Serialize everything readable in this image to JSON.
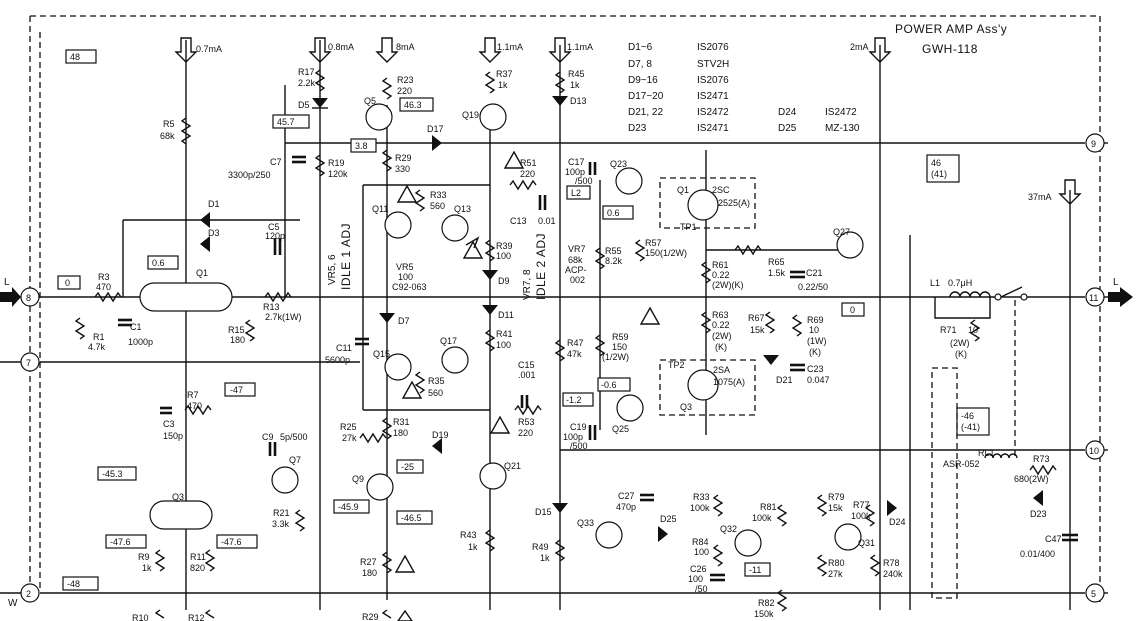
{
  "title": {
    "line1": "POWER AMP Ass'y",
    "line2": "GWH-118"
  },
  "semiconductor_table": [
    {
      "ref": "D1~6",
      "part": "IS2076"
    },
    {
      "ref": "D7, 8",
      "part": "STV2H"
    },
    {
      "ref": "D9~16",
      "part": "IS2076"
    },
    {
      "ref": "D17~20",
      "part": "IS2471"
    },
    {
      "ref": "D21, 22",
      "part": "IS2472"
    },
    {
      "ref": "D23",
      "part": "IS2471"
    },
    {
      "ref": "D24",
      "part": "IS2472"
    },
    {
      "ref": "D25",
      "part": "MZ-130"
    }
  ],
  "currents": {
    "c1": "0.7mA",
    "c2": "0.8mA",
    "c3": "8mA",
    "c4": "1.1mA",
    "c5": "1.1mA",
    "c6": "2mA",
    "c7": "37mA"
  },
  "voltage_boxes": {
    "v48": "48",
    "v46_3": "46.3",
    "v45_7": "45.7",
    "v3_8": "3.8",
    "v0_6a": "0.6",
    "v0_6b": "0.6",
    "v0": "0",
    "vL2": "L2",
    "vm0_6": "-0.6",
    "vm1_2": "-1.2",
    "vm47": "-47",
    "vm45_3": "-45.3",
    "vm45_9": "-45.9",
    "vm25": "-25",
    "vm46_5": "-46.5",
    "vm47_6a": "-47.6",
    "vm47_6b": "-47.6",
    "vm48": "-48",
    "vm11": "-11",
    "v0_out": "0",
    "v46_41": "46\n(41)",
    "vm46_41": "-46\n(-41)"
  },
  "terminals": {
    "t8": "8",
    "t7": "7",
    "t9": "9",
    "t11": "11",
    "t10": "10",
    "t2": "2",
    "t5": "5",
    "inL": "L",
    "outL": "L",
    "inW": "W"
  },
  "parts": {
    "R1": [
      "R1",
      "4.7k"
    ],
    "C1": [
      "C1",
      "1000p"
    ],
    "R3": [
      "R3",
      "470"
    ],
    "D1": [
      "D1"
    ],
    "D3": [
      "D3"
    ],
    "Q1": [
      "Q1"
    ],
    "C5": [
      "C5",
      "120p"
    ],
    "R13": [
      "R13",
      "2.7k(1W)"
    ],
    "R15": [
      "R15",
      "180"
    ],
    "R5": [
      "R5",
      "68k"
    ],
    "R17": [
      "R17",
      "2.2k"
    ],
    "D5": [
      "D5"
    ],
    "R23": [
      "R23",
      "220"
    ],
    "Q5": [
      "Q5"
    ],
    "C7": [
      "C7",
      "3300p/250"
    ],
    "R19": [
      "R19",
      "120k"
    ],
    "R29": [
      "R29",
      "330"
    ],
    "R37": [
      "R37",
      "1k"
    ],
    "Q19": [
      "Q19"
    ],
    "R45": [
      "R45",
      "1k"
    ],
    "D13": [
      "D13"
    ],
    "D17": [
      "D17"
    ],
    "R51": [
      "R51",
      "220"
    ],
    "C13": [
      "C13",
      "0.01"
    ],
    "C17": [
      "C17",
      "100p",
      "/500"
    ],
    "Q23": [
      "Q23"
    ],
    "R33": [
      "R33",
      "560"
    ],
    "Q11": [
      "Q11"
    ],
    "Q13": [
      "Q13"
    ],
    "VR5": [
      "VR5",
      "100",
      "C92-063"
    ],
    "R39": [
      "R39",
      "100"
    ],
    "D9": [
      "D9"
    ],
    "VR7": [
      "VR7",
      "68k",
      "ACP-",
      "002"
    ],
    "R55": [
      "R55",
      "8.2k"
    ],
    "R57": [
      "R57",
      "150(1/2W)"
    ],
    "Q1out": [
      "Q1",
      "2SC",
      "2525(A)"
    ],
    "TP1": [
      "TP1"
    ],
    "R61": [
      "R61",
      "0.22",
      "(2W)(K)"
    ],
    "R65": [
      "R65",
      "1.5k"
    ],
    "C21": [
      "C21",
      "0.22/50"
    ],
    "Q27": [
      "Q27"
    ],
    "L1": [
      "L1",
      "0.7μH"
    ],
    "R71": [
      "R71",
      "10",
      "(2W)",
      "(K)"
    ],
    "D7": [
      "D7"
    ],
    "D11": [
      "D11"
    ],
    "C11": [
      "C11",
      "5600p"
    ],
    "Q15": [
      "Q15"
    ],
    "Q17": [
      "Q17"
    ],
    "R35": [
      "R35",
      "560"
    ],
    "R41": [
      "R41",
      "100"
    ],
    "R47": [
      "R47",
      "47k"
    ],
    "R59": [
      "R59",
      "150",
      "(1/2W)"
    ],
    "R63": [
      "R63",
      "0.22",
      "(2W)",
      "(K)"
    ],
    "R67": [
      "R67",
      "15k"
    ],
    "R69": [
      "R69",
      "10",
      "(1W)",
      "(K)"
    ],
    "C23": [
      "C23",
      "0.047"
    ],
    "D21": [
      "D21"
    ],
    "TP2": [
      "TP2"
    ],
    "Q3out": [
      "Q3",
      "2SA",
      "1075(A)"
    ],
    "C15": [
      "C15",
      ".001"
    ],
    "R53": [
      "R53",
      "220"
    ],
    "C19": [
      "C19",
      "100p",
      "/500"
    ],
    "Q25": [
      "Q25"
    ],
    "R7": [
      "R7",
      "470"
    ],
    "C3": [
      "C3",
      "150p"
    ],
    "C9": [
      "C9",
      "5p/500"
    ],
    "R25": [
      "R25",
      "27k"
    ],
    "R31": [
      "R31",
      "180"
    ],
    "D19": [
      "D19"
    ],
    "Q7": [
      "Q7"
    ],
    "Q9": [
      "Q9"
    ],
    "R21": [
      "R21",
      "3.3k"
    ],
    "Q3": [
      "Q3"
    ],
    "R9": [
      "R9",
      "1k"
    ],
    "R11": [
      "R11",
      "820"
    ],
    "R10": [
      "R10"
    ],
    "R12": [
      "R12"
    ],
    "R27": [
      "R27",
      "180"
    ],
    "R29b": [
      "R29"
    ],
    "Q21": [
      "Q21"
    ],
    "R43": [
      "R43",
      "1k"
    ],
    "D15": [
      "D15"
    ],
    "R49": [
      "R49",
      "1k"
    ],
    "Q33": [
      "Q33"
    ],
    "C27": [
      "C27",
      "470p"
    ],
    "D25": [
      "D25"
    ],
    "R33b": [
      "R33",
      "100k"
    ],
    "R84": [
      "R84",
      "100"
    ],
    "C26": [
      "C26",
      "100",
      "/50"
    ],
    "Q32": [
      "Q32"
    ],
    "R81": [
      "R81",
      "100k"
    ],
    "R82": [
      "R82",
      "150k"
    ],
    "R79": [
      "R79",
      "15k"
    ],
    "R77": [
      "R77",
      "100k"
    ],
    "Q31": [
      "Q31"
    ],
    "R80": [
      "R80",
      "27k"
    ],
    "R78": [
      "R78",
      "240k"
    ],
    "D24": [
      "D24"
    ],
    "RL1": [
      "RL1",
      "ASR-052"
    ],
    "R73": [
      "R73",
      "680(2W)"
    ],
    "D23": [
      "D23"
    ],
    "C47": [
      "C47",
      "0.01/400"
    ]
  },
  "vertical_text": {
    "idle1": "VR5, 6",
    "idle1b": "IDLE 1 ADJ",
    "idle2": "VR7, 8",
    "idle2b": "IDLE 2 ADJ"
  }
}
